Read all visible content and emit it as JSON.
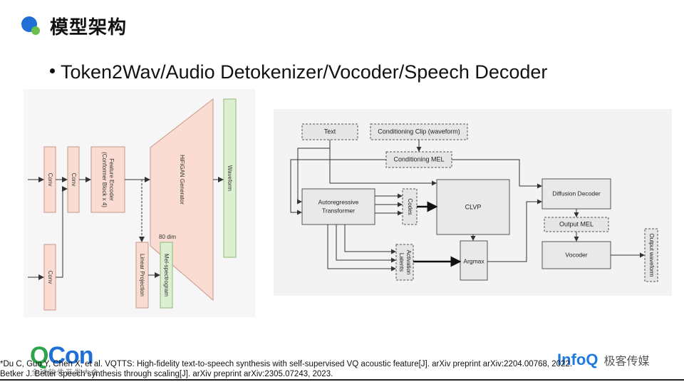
{
  "header": {
    "title": "模型架构",
    "subtitle": "Token2Wav/Audio Detokenizer/Vocoder/Speech Decoder"
  },
  "left_diagram": {
    "conv_1": "Conv",
    "conv_2": "Conv",
    "conv_3": "Conv",
    "feature_encoder_line1": "Feature Encoder",
    "feature_encoder_line2": "(Conformer Block x 4)",
    "hifigan": "HiFiGAN Generator",
    "waveform": "Waveform",
    "linear_projection": "Linear Projection",
    "mel_spectrogram": "Mel-spectrogram",
    "dim_label": "80 dim"
  },
  "right_diagram": {
    "text": "Text",
    "conditioning_clip": "Conditioning Clip (waveform)",
    "conditioning_mel": "Conditioning MEL",
    "autoregressive_line1": "Autoregressive",
    "autoregressive_line2": "Transformer",
    "codes": "Codes",
    "clvp": "CLVP",
    "activation_line1": "Activation",
    "activation_line2": "Latents",
    "argmax": "Argmax",
    "diffusion_decoder": "Diffusion Decoder",
    "output_mel": "Output MEL",
    "vocoder": "Vocoder",
    "output_waveform": "Output waveform"
  },
  "footer": {
    "qcon_logo_q": "Q",
    "qcon_logo_con": "Con",
    "qcon_logo_sub": "全球软件开发大会",
    "infoq_logo": "Info",
    "infoq_logo_q": "Q",
    "infoq_cn": "极客传媒",
    "ref1": "*Du C, Guo Y, Chen X, et al. VQTTS: High-fidelity text-to-speech synthesis with self-supervised VQ acoustic feature[J]. arXiv preprint arXiv:2204.00768, 2022.",
    "ref2": "Betker J. Better speech synthesis through scaling[J]. arXiv preprint arXiv:2305.07243, 2023."
  },
  "colors": {
    "accent_blue": "#1f6fd6",
    "accent_green": "#6cc04a",
    "block_pink": "#fadcd2",
    "block_pink_border": "#c9968a",
    "block_green": "#dcefd0",
    "block_green_border": "#8fb67b",
    "infoq_blue": "#1f7ae0"
  }
}
